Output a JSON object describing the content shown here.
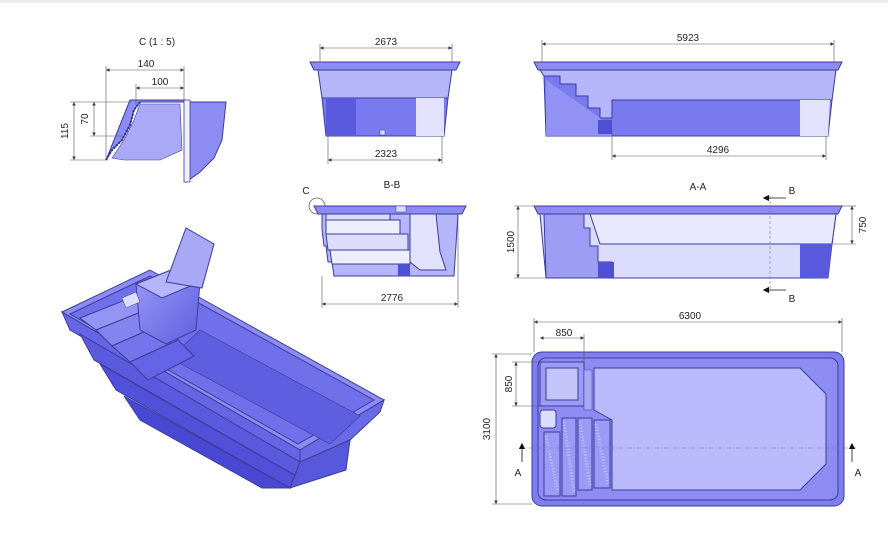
{
  "colors": {
    "pool_fill": "#7e7ef0",
    "pool_light": "#b9b9fb",
    "pool_pale": "#dcdcfc",
    "pool_dark": "#4f4fd6",
    "outline": "#3c3c9a",
    "dimension_line": "#555555",
    "text": "#222222",
    "background": "#ffffff"
  },
  "detail": {
    "title": "C (1 : 5)",
    "dim_width_outer": "140",
    "dim_width_inner": "100",
    "dim_height_outer": "115",
    "dim_height_inner": "70"
  },
  "side_view": {
    "dim_top": "2673",
    "dim_bottom": "2323"
  },
  "front_view": {
    "dim_top": "5923",
    "dim_bottom": "4296"
  },
  "section_bb": {
    "title": "B-B",
    "detail_marker": "C",
    "dim_bottom": "2776"
  },
  "section_aa": {
    "title": "A-A",
    "cut_marker_top": "B",
    "cut_marker_bottom": "B",
    "dim_left": "1500",
    "dim_right": "750"
  },
  "plan_view": {
    "dim_top": "6300",
    "dim_left": "3100",
    "dim_box_width": "850",
    "dim_box_height": "850",
    "section_marker_left": "A",
    "section_marker_right": "A"
  }
}
